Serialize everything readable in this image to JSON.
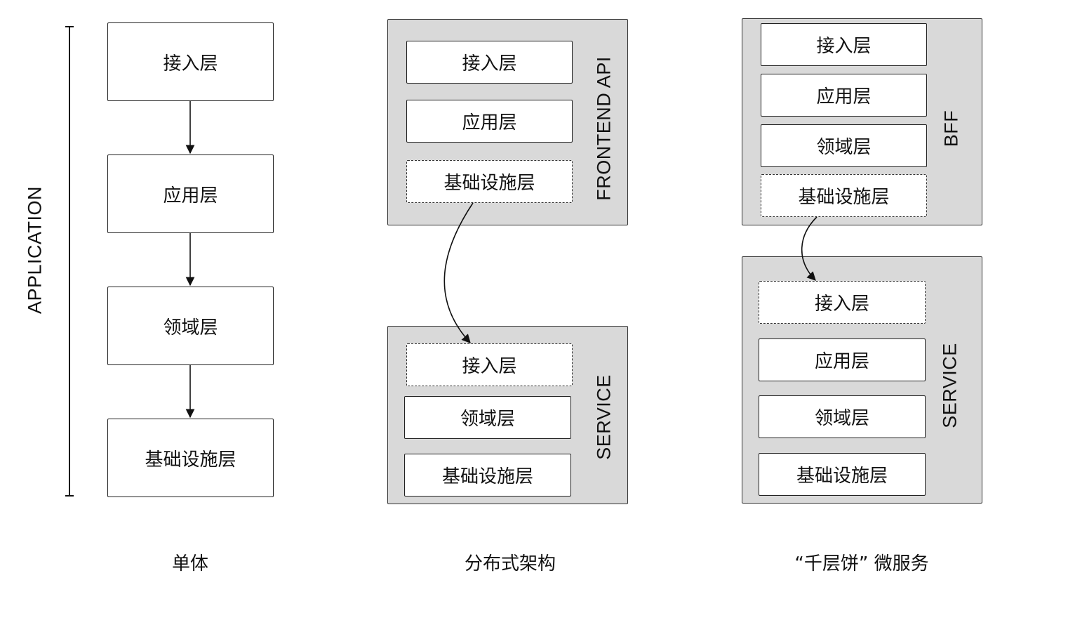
{
  "monolith": {
    "side_label": "APPLICATION",
    "layers": [
      "接入层",
      "应用层",
      "领域层",
      "基础设施层"
    ],
    "caption": "单体"
  },
  "distributed": {
    "top": {
      "label": "FRONTEND API",
      "layers": [
        "接入层",
        "应用层",
        "基础设施层"
      ]
    },
    "bottom": {
      "label": "SERVICE",
      "layers": [
        "接入层",
        "领域层",
        "基础设施层"
      ]
    },
    "caption": "分布式架构"
  },
  "microservices": {
    "top": {
      "label": "BFF",
      "layers": [
        "接入层",
        "应用层",
        "领域层",
        "基础设施层"
      ]
    },
    "bottom": {
      "label": "SERVICE",
      "layers": [
        "接入层",
        "应用层",
        "领域层",
        "基础设施层"
      ]
    },
    "caption": "“千层饼” 微服务"
  },
  "colors": {
    "panel": "#d9d9d9",
    "stroke": "#222222"
  }
}
